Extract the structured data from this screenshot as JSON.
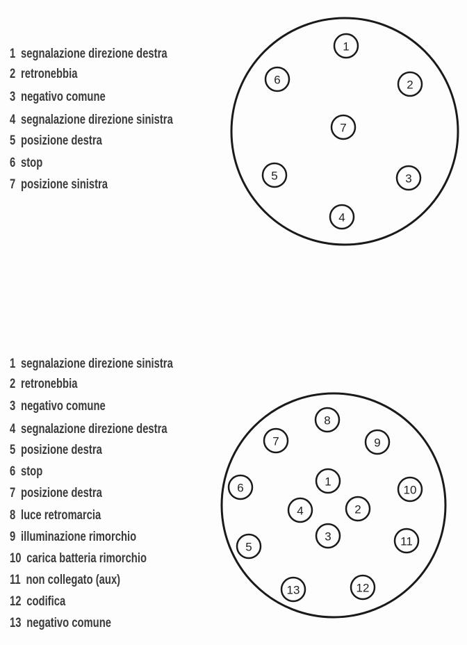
{
  "connector_7_pin": {
    "legend": [
      {
        "num": "1",
        "label": "segnalazione direzione destra"
      },
      {
        "num": "2",
        "label": "retronebbia"
      },
      {
        "num": "3",
        "label": "negativo comune"
      },
      {
        "num": "4",
        "label": "segnalazione direzione sinistra"
      },
      {
        "num": "5",
        "label": "posizione destra"
      },
      {
        "num": "6",
        "label": "stop"
      },
      {
        "num": "7",
        "label": "posizione sinistra"
      }
    ],
    "pins": [
      "1",
      "2",
      "3",
      "4",
      "5",
      "6",
      "7"
    ]
  },
  "connector_13_pin": {
    "legend": [
      {
        "num": "1",
        "label": "segnalazione direzione sinistra"
      },
      {
        "num": "2",
        "label": "retronebbia"
      },
      {
        "num": "3",
        "label": "negativo comune"
      },
      {
        "num": "4",
        "label": "segnalazione direzione destra"
      },
      {
        "num": "5",
        "label": "posizione destra"
      },
      {
        "num": "6",
        "label": "stop"
      },
      {
        "num": "7",
        "label": "posizione destra"
      },
      {
        "num": "8",
        "label": "luce retromarcia"
      },
      {
        "num": "9",
        "label": "illuminazione rimorchio"
      },
      {
        "num": "10",
        "label": "carica batteria rimorchio"
      },
      {
        "num": "11",
        "label": "non collegato (aux)"
      },
      {
        "num": "12",
        "label": "codifica"
      },
      {
        "num": "13",
        "label": "negativo comune"
      }
    ],
    "pins": [
      "1",
      "2",
      "3",
      "4",
      "5",
      "6",
      "7",
      "8",
      "9",
      "10",
      "11",
      "12",
      "13"
    ]
  }
}
